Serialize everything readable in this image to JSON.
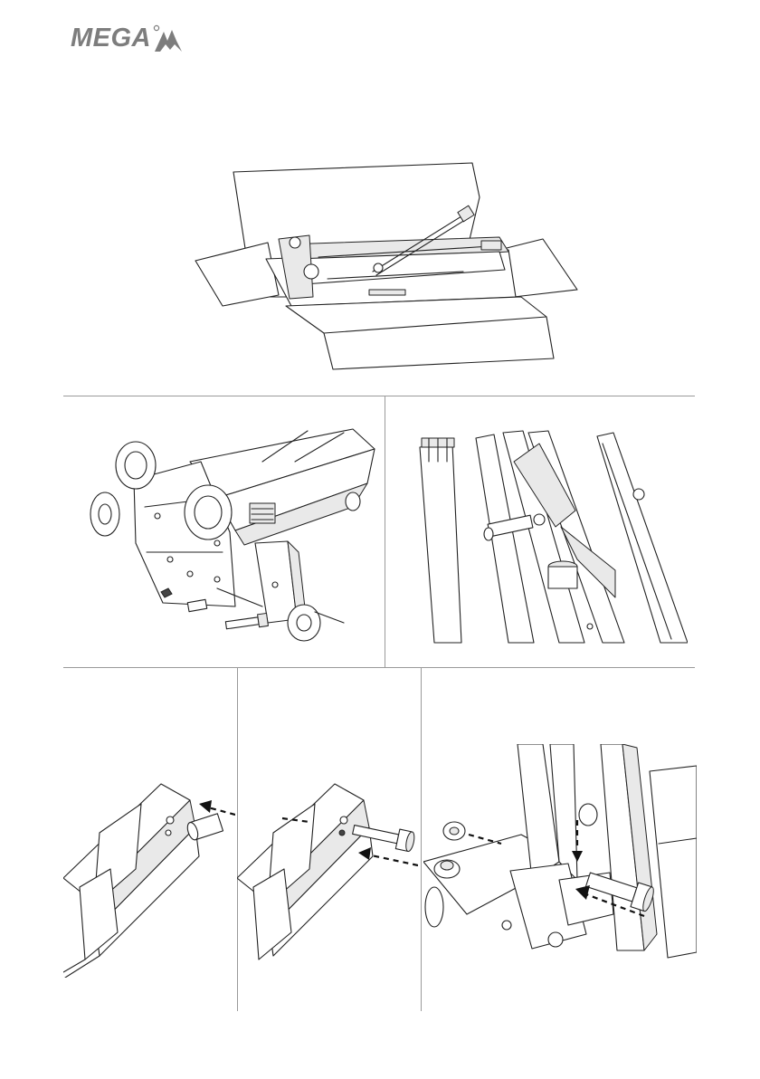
{
  "brand": {
    "logo_text": "MEGA",
    "logo_color": "#7d7d7d"
  },
  "figures": [
    {
      "id": "unboxing",
      "icon": "open-box-with-lift-table-illustration"
    },
    {
      "id": "leg-assembly",
      "icon": "lift-leg-and-caster-assembly-illustration"
    },
    {
      "id": "frame-pin",
      "icon": "frame-pin-detail-illustration"
    },
    {
      "id": "bushing-insert",
      "icon": "bushing-insertion-illustration"
    },
    {
      "id": "bolt-insert",
      "icon": "bolt-insertion-illustration"
    },
    {
      "id": "leg-mount",
      "icon": "leg-mounting-bolt-and-nut-illustration"
    }
  ],
  "colors": {
    "line": "#222222",
    "divider": "#9a9a9a",
    "arrow": "#111111"
  }
}
